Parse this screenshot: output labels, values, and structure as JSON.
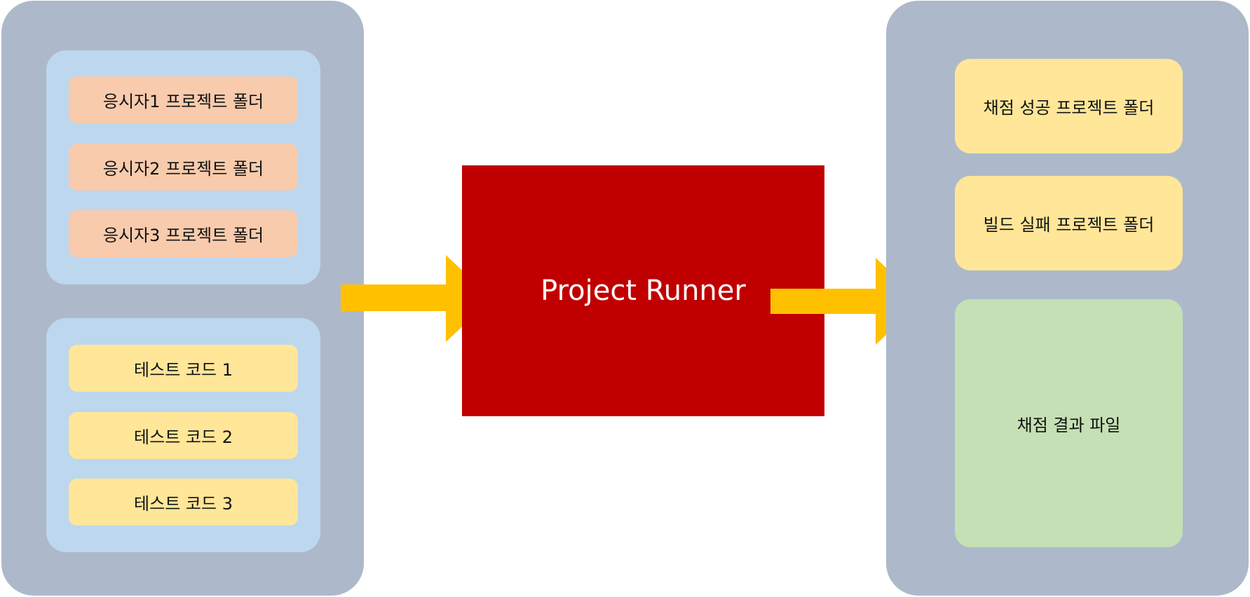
{
  "colors": {
    "panel": "#ADB9CA",
    "group": "#BDD7EE",
    "folder_box": "#F8CBAD",
    "test_box": "#FFE699",
    "output_folder_box": "#FFE699",
    "result_box": "#C5E0B4",
    "runner": "#C00000",
    "arrow": "#FFC000"
  },
  "input": {
    "folders": [
      {
        "label": "응시자1 프로젝트 폴더"
      },
      {
        "label": "응시자2 프로젝트 폴더"
      },
      {
        "label": "응시자3 프로젝트 폴더"
      }
    ],
    "tests": [
      {
        "label": "테스트 코드 1"
      },
      {
        "label": "테스트 코드 2"
      },
      {
        "label": "테스트 코드 3"
      }
    ]
  },
  "runner": {
    "label": "Project Runner"
  },
  "output": {
    "success_folder": "채점 성공 프로젝트 폴더",
    "failure_folder": "빌드 실패 프로젝트 폴더",
    "result_file": "채점 결과 파일"
  }
}
